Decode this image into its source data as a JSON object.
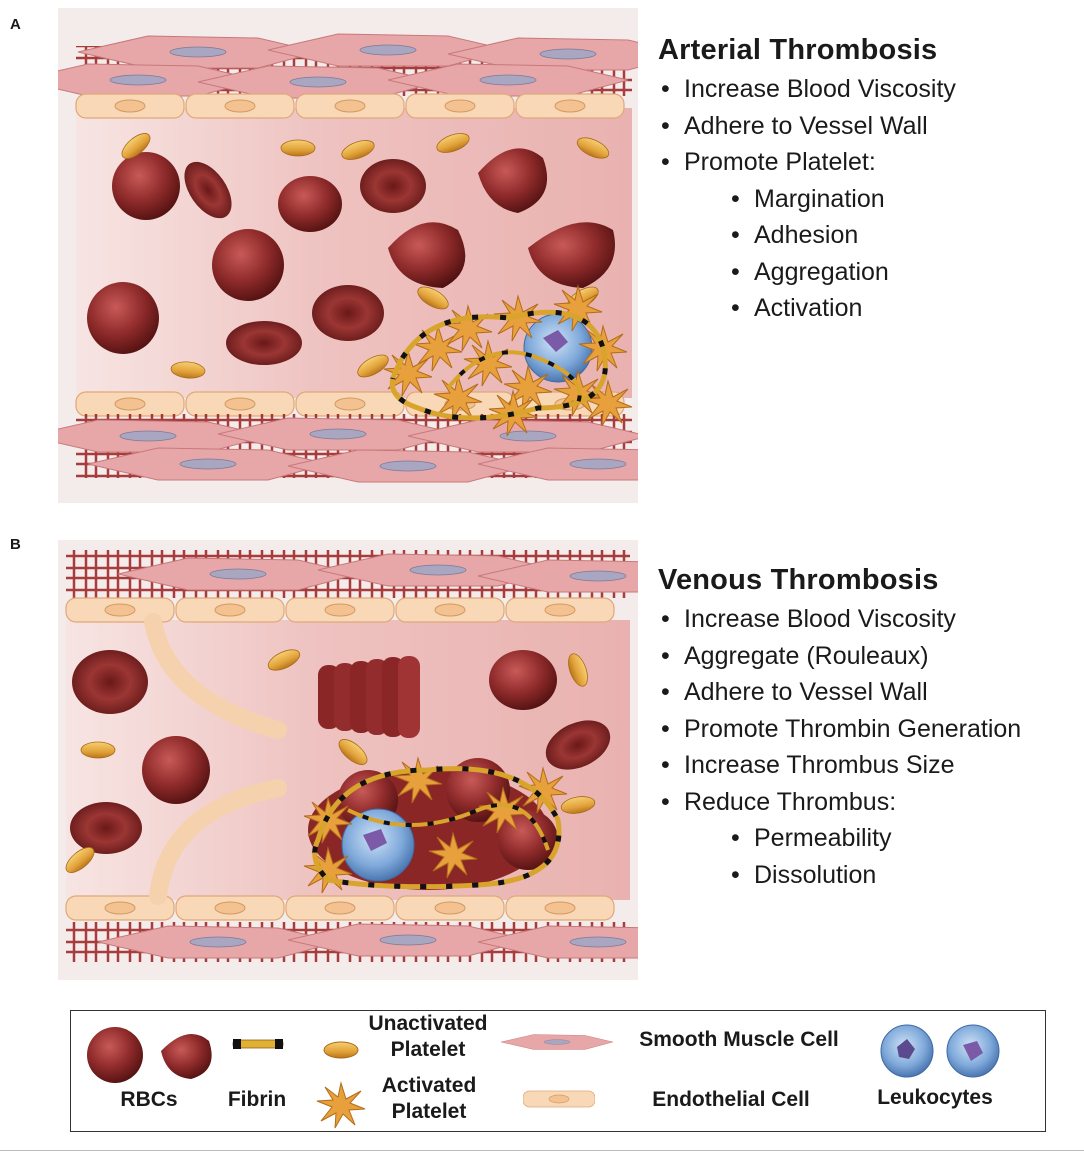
{
  "panels": [
    {
      "letter": "A",
      "title": "Arterial Thrombosis",
      "items": [
        {
          "text": "Increase Blood Viscosity",
          "level": 0
        },
        {
          "text": "Adhere to Vessel Wall",
          "level": 0
        },
        {
          "text": "Promote Platelet:",
          "level": 0
        },
        {
          "text": "Margination",
          "level": 1
        },
        {
          "text": "Adhesion",
          "level": 1
        },
        {
          "text": "Aggregation",
          "level": 1
        },
        {
          "text": "Activation",
          "level": 1
        }
      ]
    },
    {
      "letter": "B",
      "title": "Venous Thrombosis",
      "items": [
        {
          "text": "Increase Blood Viscosity",
          "level": 0
        },
        {
          "text": "Aggregate (Rouleaux)",
          "level": 0
        },
        {
          "text": "Adhere to Vessel Wall",
          "level": 0
        },
        {
          "text": "Promote Thrombin Generation",
          "level": 0
        },
        {
          "text": "Increase Thrombus Size",
          "level": 0
        },
        {
          "text": "Reduce Thrombus:",
          "level": 0
        },
        {
          "text": "Permeability",
          "level": 1
        },
        {
          "text": "Dissolution",
          "level": 1
        }
      ]
    }
  ],
  "legend": {
    "rbcs": "RBCs",
    "fibrin": "Fibrin",
    "unactivated_platelet": "Unactivated\nPlatelet",
    "activated_platelet": "Activated\nPlatelet",
    "smooth_muscle_cell": "Smooth Muscle Cell",
    "endothelial_cell": "Endothelial Cell",
    "leukocytes": "Leukocytes"
  },
  "colors": {
    "rbc": "#8e2a2a",
    "platelet": "#e2a23a",
    "endothelium": "#f7d2ae",
    "smooth_muscle": "#e8a9aa",
    "lumen": "#efc2c0",
    "leukocyte": "#6f9dd2",
    "fibrin": "#e0b032"
  }
}
